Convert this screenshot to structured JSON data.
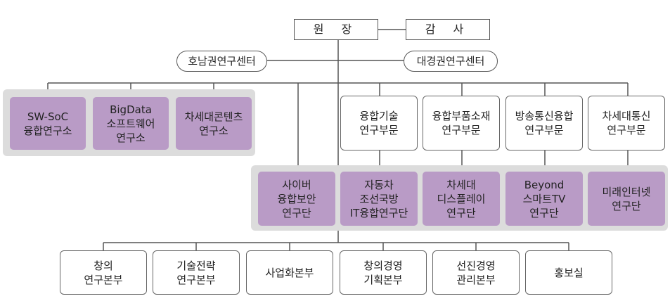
{
  "top": {
    "director": "원 장",
    "auditor": "감 사"
  },
  "centers": {
    "honam": "호남권연구센터",
    "daegyeong": "대경권연구센터"
  },
  "left_labs": [
    "SW-SoC\n융합연구소",
    "BigData\n소프트웨어\n연구소",
    "차세대콘텐츠\n연구소"
  ],
  "divisions": [
    "융합기술\n연구부문",
    "융합부품소재\n연구부문",
    "방송통신융합\n연구부문",
    "차세대통신\n연구부문"
  ],
  "research_units": [
    "사이버\n융합보안\n연구단",
    "자동차\n조선국방\nIT융합연구단",
    "차세대\n디스플레이\n연구단",
    "Beyond\n스마트TV\n연구단",
    "미래인터넷\n연구단"
  ],
  "headquarters": [
    "창의\n연구본부",
    "기술전략\n연구본부",
    "사업화본부",
    "창의경영\n기획본부",
    "선진경영\n관리본부",
    "홍보실"
  ],
  "colors": {
    "lab_fill": "#b99bc6",
    "panel_fill": "#dcdcdc",
    "line": "#555555"
  }
}
